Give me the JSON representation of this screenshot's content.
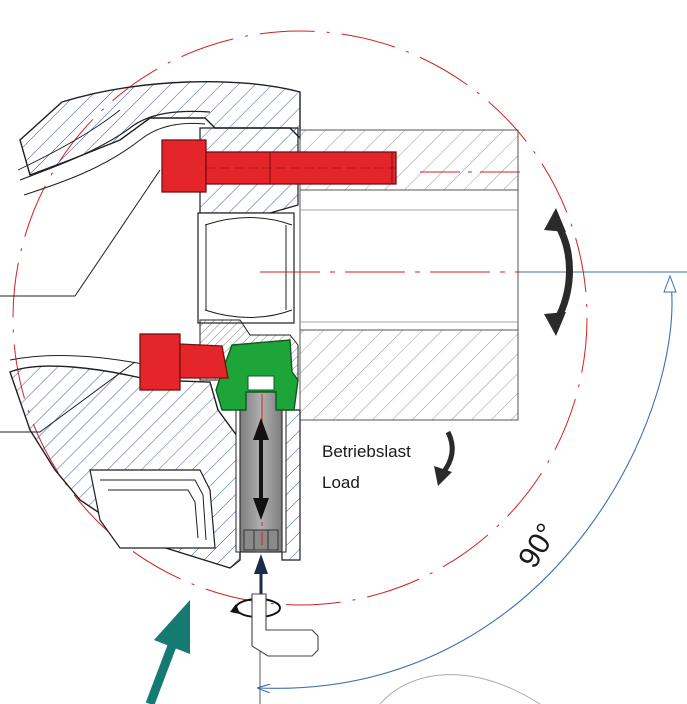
{
  "labels": {
    "load_de": "Betriebslast",
    "load_en": "Load",
    "angle": "90°"
  },
  "colors": {
    "outline": "#1f1f1f",
    "hatch": "#3a5aa8",
    "centerline": "#d42020",
    "bolt_red": "#e4262a",
    "clamp_green": "#1ea53a",
    "pin_gray": "#9a9a9a",
    "dimension_blue": "#3b6fb6",
    "arrow_teal": "#147a72",
    "arrow_dark": "#2a2a2a"
  }
}
